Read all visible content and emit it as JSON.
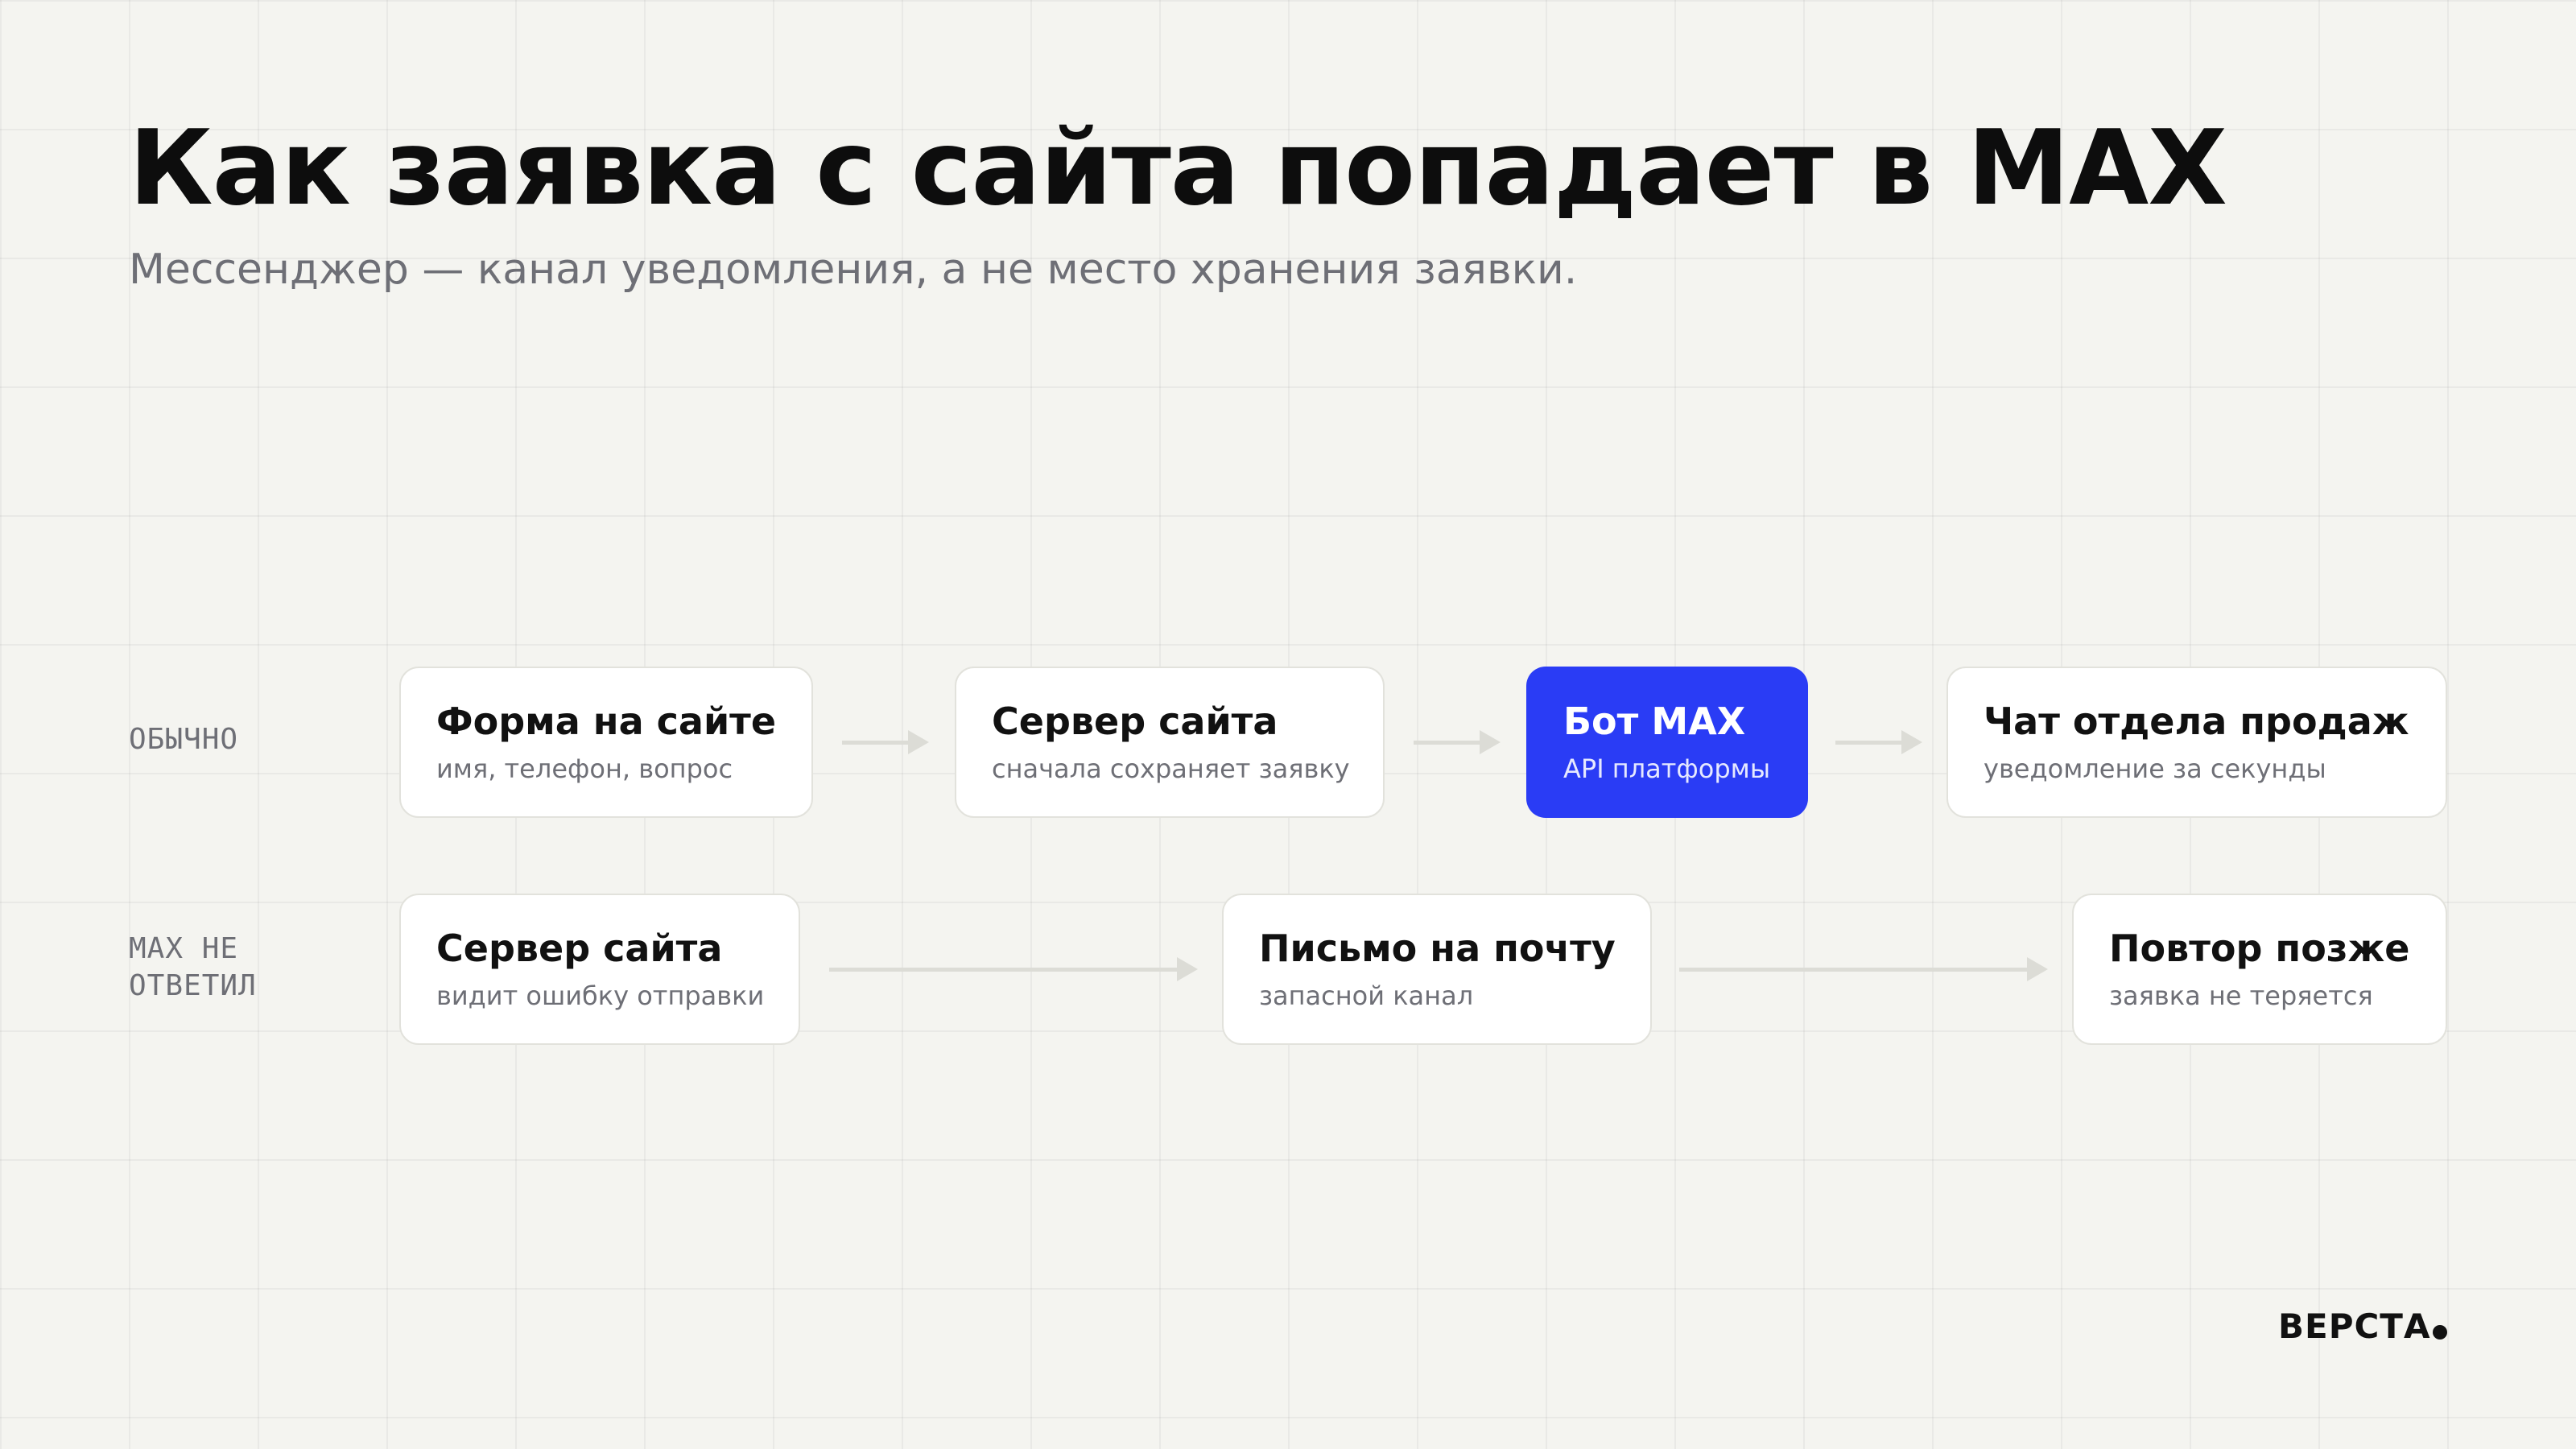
{
  "title": "Как заявка с сайта попадает в MAX",
  "subtitle": "Мессенджер — канал уведомления, а не место хранения заявки.",
  "colors": {
    "accent": "#2a3cf5",
    "background": "#f4f4f0",
    "text": "#0d0d0d",
    "muted": "#6e6f76"
  },
  "rows": [
    {
      "label": "ОБЫЧНО",
      "nodes": [
        {
          "title": "Форма на сайте",
          "subtitle": "имя, телефон, вопрос"
        },
        {
          "title": "Сервер сайта",
          "subtitle": "сначала сохраняет заявку"
        },
        {
          "title": "Бот MAX",
          "subtitle": "API платформы",
          "accent": true
        },
        {
          "title": "Чат отдела продаж",
          "subtitle": "уведомление за секунды"
        }
      ]
    },
    {
      "label_lines": [
        "MAX НЕ",
        "ОТВЕТИЛ"
      ],
      "nodes": [
        {
          "title": "Сервер сайта",
          "subtitle": "видит ошибку отправки"
        },
        {
          "title": "Письмо на почту",
          "subtitle": "запасной канал"
        },
        {
          "title": "Повтор позже",
          "subtitle": "заявка не теряется"
        }
      ]
    }
  ],
  "brand": "ВЕРСТА"
}
